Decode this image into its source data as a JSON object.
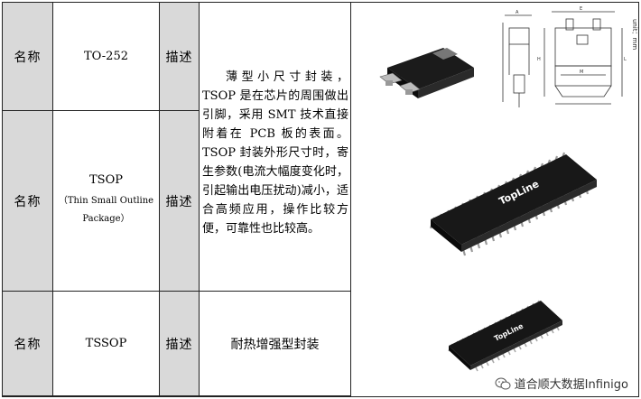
{
  "rows": [
    {
      "label": "名称",
      "name": "TO-252",
      "desc_label": "描述"
    },
    {
      "label": "名称",
      "name": "TSOP",
      "name_sub": "（Thin Small Outline Package）",
      "desc_label": "描述",
      "description": "薄型小尺寸封装，TSOP 是在芯片的周围做出引脚，采用 SMT 技术直接附着在 PCB 板的表面。TSOP 封装外形尺寸时，寄生参数(电流大幅度变化时，引起输出电压扰动)减小，适合高频应用，操作比较方便，可靠性也比较高。"
    },
    {
      "label": "名称",
      "name": "TSSOP",
      "desc_label": "描述",
      "description": "耐热增强型封装"
    }
  ],
  "images": {
    "drawing_unit": "unit：mm",
    "chip_brand": "TopLine"
  },
  "watermark": "道合顺大数据Infinigo"
}
